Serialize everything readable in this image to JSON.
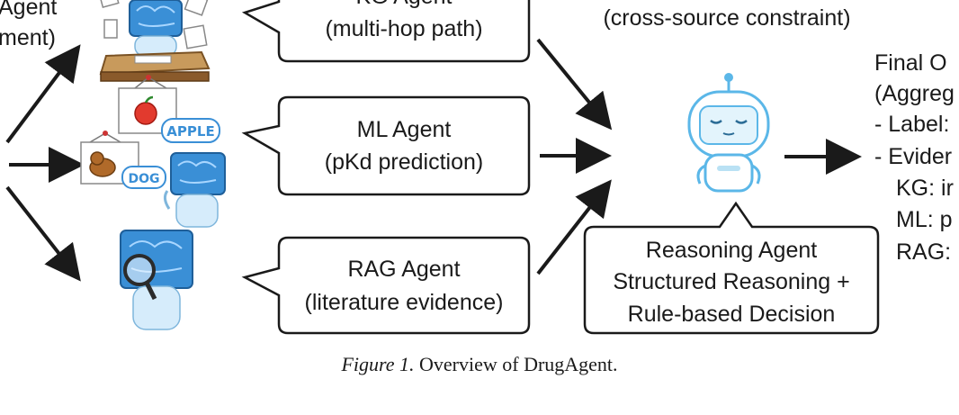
{
  "orchestrator_partial": [
    "Agent",
    "ment)"
  ],
  "kg_agent": {
    "title": "KG Agent",
    "subtitle": "(multi-hop path)"
  },
  "ml_agent": {
    "title": "ML Agent",
    "subtitle": "(pKd prediction)"
  },
  "rag_agent": {
    "title": "RAG Agent",
    "subtitle": "(literature evidence)"
  },
  "top_right_label": "(cross-source constraint)",
  "reasoning_agent": {
    "line1": "Reasoning Agent",
    "line2": "Structured Reasoning +",
    "line3": "Rule-based Decision"
  },
  "final_output_lines": [
    "Final O",
    "(Aggreg",
    "- Label:",
    "- Evider",
    "KG: ir",
    "ML: p",
    "RAG:"
  ],
  "illustration_text": {
    "apple_bubble": "APPLE",
    "dog_bubble": "DOG"
  },
  "caption": {
    "prefix": "Figure 1.",
    "text": "Overview of DrugAgent."
  },
  "colors": {
    "brain_blue": "#3a8fd6",
    "robot_blue": "#5bb7e8",
    "desk_brown": "#8a5a2b",
    "arrow": "#1a1a1a"
  }
}
